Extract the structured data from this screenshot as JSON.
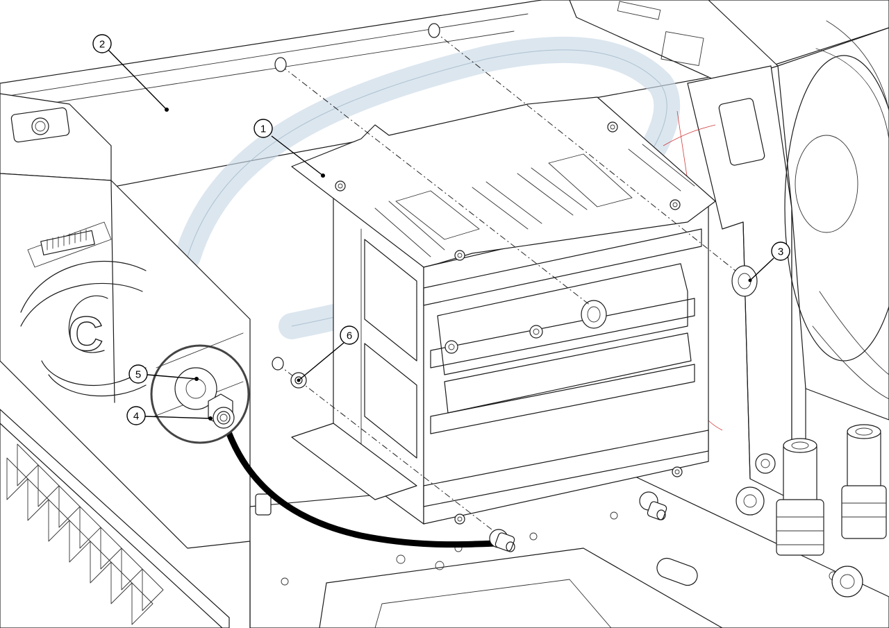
{
  "diagram": {
    "callouts": [
      {
        "id": "c1",
        "label": "1"
      },
      {
        "id": "c2",
        "label": "2"
      },
      {
        "id": "c3",
        "label": "3"
      },
      {
        "id": "c4",
        "label": "4"
      },
      {
        "id": "c5",
        "label": "5"
      },
      {
        "id": "c6",
        "label": "6"
      }
    ],
    "logo_glyph": "C",
    "colors": {
      "line": "#1a1a1a",
      "tube": "#c9d9e6",
      "cable": "#000000",
      "accent_red": "#d23a3a",
      "background": "#ffffff"
    }
  }
}
